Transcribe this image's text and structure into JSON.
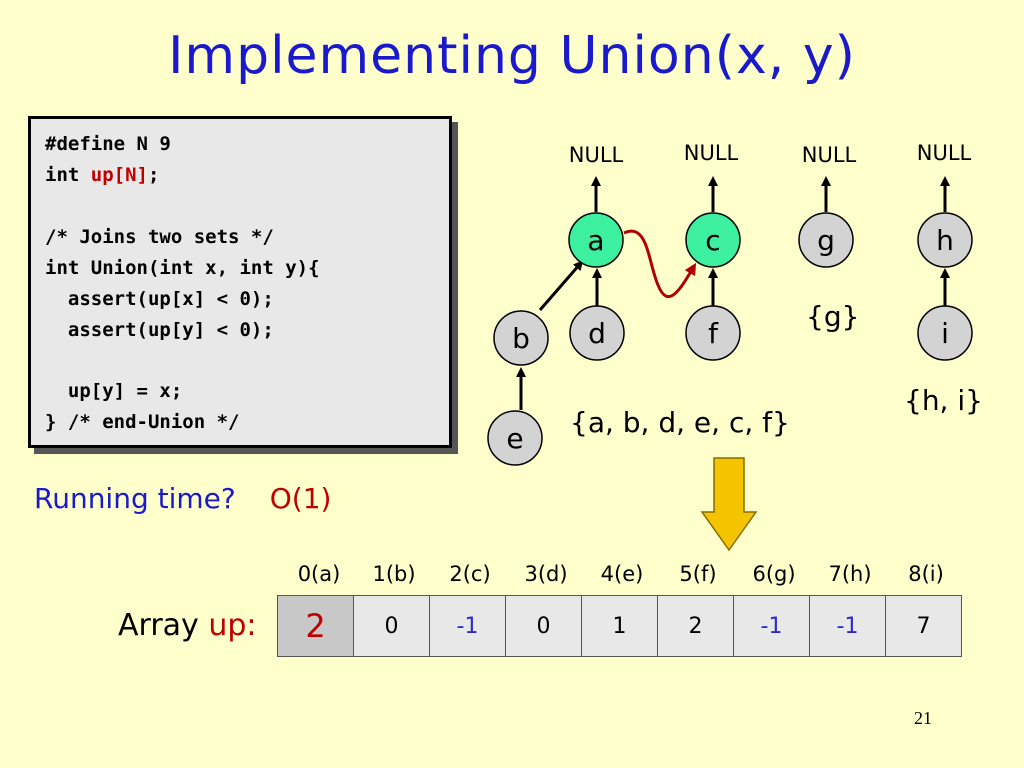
{
  "slide": {
    "title": "Implementing Union(x, y)",
    "page_number": "21"
  },
  "code": {
    "lines": [
      {
        "text": "#define N 9",
        "color": "#000000"
      },
      {
        "pre": "int ",
        "highlight": "up[N]",
        "post": ";"
      },
      {
        "text": "/* Joins two sets */",
        "color": "#2a2ad0"
      },
      {
        "text": "int Union(int x, int y){",
        "color": "#c00000"
      },
      {
        "text": "  assert(up[x] < 0);",
        "color": "#000000"
      },
      {
        "text": "  assert(up[y] < 0);",
        "color": "#000000"
      },
      {
        "text": "  up[y] = x;",
        "color": "#000000"
      },
      {
        "brace": "}",
        "comment": " /* end-Union */"
      }
    ]
  },
  "diagram": {
    "null_label": "NULL",
    "nodes": {
      "a": "a",
      "c": "c",
      "g": "g",
      "h": "h",
      "b": "b",
      "d": "d",
      "f": "f",
      "i": "i",
      "e": "e"
    },
    "node_fill": "#d3d3d3",
    "root_fill": "#3cf0a0",
    "link_color": "#b00000",
    "sets": {
      "acbdef": "{a, b, d, e, c, f}",
      "g": "{g}",
      "hi": "{h, i}"
    },
    "arrow_fill": "#f5c400"
  },
  "running_time": {
    "question": "Running time?",
    "answer": "O(1)"
  },
  "array": {
    "label_prefix": "Array ",
    "label_name": "up:",
    "indices": [
      "0(a)",
      "1(b)",
      "2(c)",
      "3(d)",
      "4(e)",
      "5(f)",
      "6(g)",
      "7(h)",
      "8(i)"
    ],
    "values": [
      "2",
      "0",
      "-1",
      "0",
      "1",
      "2",
      "-1",
      "-1",
      "7"
    ]
  }
}
